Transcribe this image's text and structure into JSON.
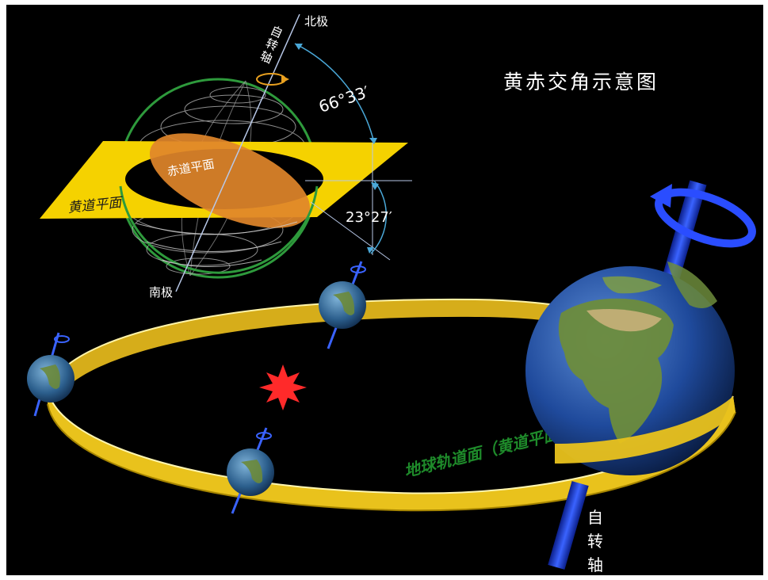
{
  "title": "黄赤交角示意图",
  "labels": {
    "north_pole": "北极",
    "south_pole": "南极",
    "rotation_axis_top": [
      "自",
      "转",
      "轴"
    ],
    "rotation_axis_bottom": [
      "自",
      "转",
      "轴"
    ],
    "angle_upper": "66°33′",
    "angle_lower": "23°27′",
    "equator_plane": "赤道平面",
    "ecliptic_plane": "黄道平面",
    "orbit_plane": "地球轨道面（黄道平面）"
  },
  "colors": {
    "background": "#000000",
    "ecliptic_yellow": "#f5d200",
    "orbit_yellow": "#e9c21c",
    "equator_orange": "#e0862a",
    "globe_wire": "#2e9a3c",
    "axis_blue": "#1f3fd8",
    "sun_red": "#ff2a2a",
    "angle_line": "#4aa8d8"
  },
  "icons": {
    "sun": "red-star-sun-icon",
    "earth": "earth-globe-icon",
    "rotation": "rotation-arrow-icon"
  }
}
